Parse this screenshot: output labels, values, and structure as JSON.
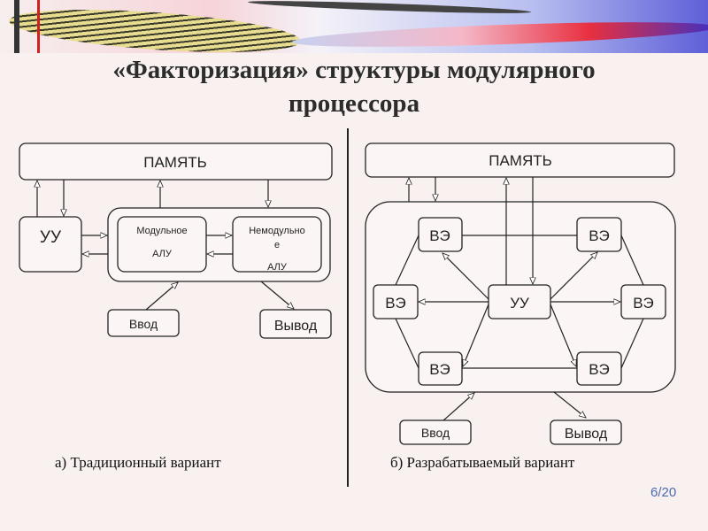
{
  "title": {
    "line1": "«Факторизация» структуры модулярного",
    "line2": "процессора"
  },
  "left": {
    "memory": "ПАМЯТЬ",
    "control_unit": "УУ",
    "modular_alu": {
      "line1": "Модульное",
      "line2": "АЛУ"
    },
    "nonmodular_alu": {
      "line1": "Немодульно",
      "line2": "е",
      "line3": "АЛУ"
    },
    "input": "Ввод",
    "output": "Вывод",
    "caption": "а) Традиционный вариант"
  },
  "right": {
    "memory": "ПАМЯТЬ",
    "control_unit": "УУ",
    "element": "ВЭ",
    "input": "Ввод",
    "output": "Вывод",
    "caption": "б) Разрабатываемый вариант"
  },
  "page": "6/20"
}
